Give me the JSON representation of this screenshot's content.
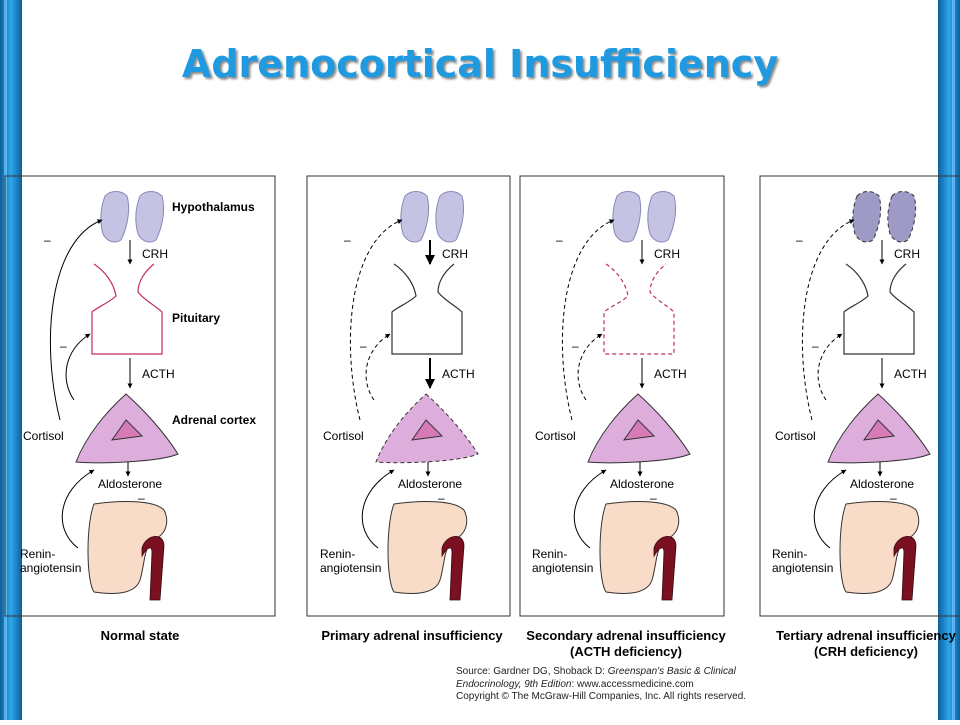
{
  "slide": {
    "title": "Adrenocortical Insufficiency"
  },
  "labels": {
    "hypothalamus": "Hypothalamus",
    "crh": "CRH",
    "pituitary": "Pituitary",
    "acth": "ACTH",
    "adrenal_cortex": "Adrenal cortex",
    "cortisol": "Cortisol",
    "aldosterone": "Aldosterone",
    "renin_line1": "Renin-",
    "renin_line2": "angiotensin",
    "minus": "–"
  },
  "panels": [
    {
      "caption_line1": "Normal state",
      "caption_line2": ""
    },
    {
      "caption_line1": "Primary adrenal insufficiency",
      "caption_line2": ""
    },
    {
      "caption_line1": "Secondary adrenal insufficiency",
      "caption_line2": "(ACTH deficiency)"
    },
    {
      "caption_line1": "Tertiary adrenal insufficiency",
      "caption_line2": "(CRH deficiency)"
    }
  ],
  "source": {
    "line1_prefix": "Source: Gardner DG, Shoback D: ",
    "line1_italic": "Greenspan's Basic & Clinical",
    "line2_italic": "Endocrinology, 9th Edition",
    "line2_suffix": ": www.accessmedicine.com",
    "line3": "Copyright © The McGraw-Hill Companies, Inc. All rights reserved."
  },
  "colors": {
    "title": "#1f9ae0",
    "side_bar": "#1e90d8",
    "hypothalamus_fill": "#c5c3e4",
    "hypothalamus_dark_fill": "#9d9ac6",
    "pituitary_stroke": "#c0305a",
    "adrenal_fill": "#ddaedb",
    "adrenal_inner": "#d67ab8",
    "kidney_fill": "#f8dcc8",
    "vessel": "#7a1020"
  }
}
